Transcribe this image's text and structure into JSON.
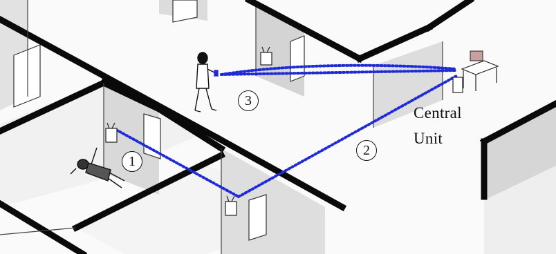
{
  "labels": {
    "link_1": "1",
    "link_2": "2",
    "link_3": "3",
    "central_line1": "Central",
    "central_line2": "Unit"
  },
  "colors": {
    "signal": "#1f2bd6",
    "wall": "#0a0a0a",
    "floor": "#f3f3f3",
    "wall_face": "#d8d8d8",
    "wall_shadow": "#bdbdbd"
  },
  "icons": {
    "sensor": "tv-sensor-icon",
    "person_standing": "walking-person-icon",
    "person_fallen": "fallen-person-icon",
    "central_unit": "computer-desk-icon"
  }
}
